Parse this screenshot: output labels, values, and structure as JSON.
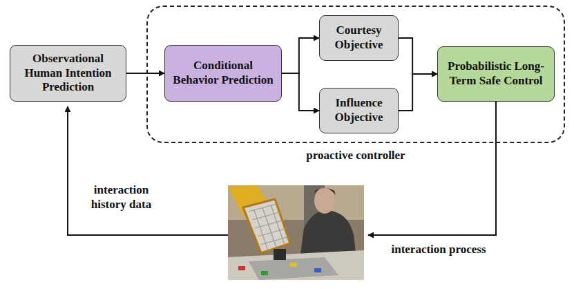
{
  "diagram": {
    "nodes": [
      {
        "text": [
          "Observational Human Intention Prediction"
        ]
      },
      {
        "text": [
          "proactive controller"
        ]
      },
      {
        "text": [
          "Conditional Behavior Prediction"
        ],
        "in": 1
      },
      {
        "text": [
          "Courtesy Objective"
        ],
        "in": 1
      },
      {
        "text": [
          "Influence Objective"
        ],
        "in": 1
      },
      {
        "text": [
          "Probabilistic Long-Term Safe Control"
        ],
        "in": 1
      }
    ],
    "edges": [
      {
        "from": 0,
        "to": 2,
        "arrow": "to"
      },
      {
        "from": 2,
        "to": 3,
        "arrow": "to"
      },
      {
        "from": 2,
        "to": 4,
        "arrow": "to"
      },
      {
        "from": 3,
        "to": 5,
        "arrow": "to"
      },
      {
        "from": 4,
        "to": 5,
        "arrow": "to"
      }
    ],
    "labels": [
      "interaction history data",
      "interaction process"
    ]
  }
}
